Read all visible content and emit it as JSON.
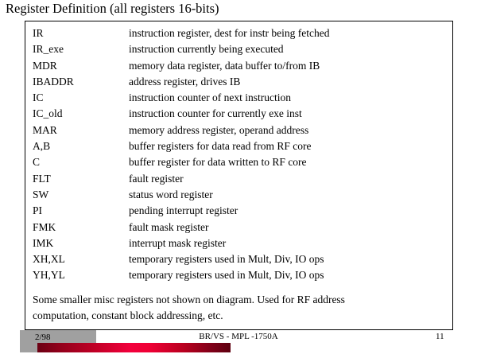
{
  "slide": {
    "title": "Register Definition (all registers 16-bits)",
    "registers": [
      {
        "name": "IR",
        "description": "instruction register, dest for instr being fetched"
      },
      {
        "name": "IR_exe",
        "description": "instruction currently being executed"
      },
      {
        "name": "MDR",
        "description": "memory data register, data buffer to/from IB"
      },
      {
        "name": "IBADDR",
        "description": "address register, drives IB"
      },
      {
        "name": "IC",
        "description": "instruction counter of next instruction"
      },
      {
        "name": "IC_old",
        "description": "instruction counter for currently exe inst"
      },
      {
        "name": "MAR",
        "description": "memory address register, operand address"
      },
      {
        "name": "A,B",
        "description": "buffer registers for data read from RF core"
      },
      {
        "name": "C",
        "description": "buffer register for data written to RF core"
      },
      {
        "name": "FLT",
        "description": "fault register"
      },
      {
        "name": "SW",
        "description": "status word register"
      },
      {
        "name": "PI",
        "description": "pending interrupt register"
      },
      {
        "name": "FMK",
        "description": "fault mask register"
      },
      {
        "name": "IMK",
        "description": "interrupt mask register"
      },
      {
        "name": "XH,XL",
        "description": "temporary registers used in Mult, Div, IO ops"
      },
      {
        "name": "YH,YL",
        "description": "temporary registers used in Mult, Div, IO ops"
      }
    ],
    "note": {
      "line1": "Some smaller misc registers not shown on diagram. Used for RF address",
      "line2": "computation, constant block addressing, etc."
    }
  },
  "footer": {
    "date": "2/98",
    "center": "BR/VS - MPL -1750A",
    "page_number": "11",
    "colors": {
      "gray_box": "#a0a0a0",
      "gradient_dark": "#6b0013",
      "gradient_bright": "#f2003c"
    }
  }
}
